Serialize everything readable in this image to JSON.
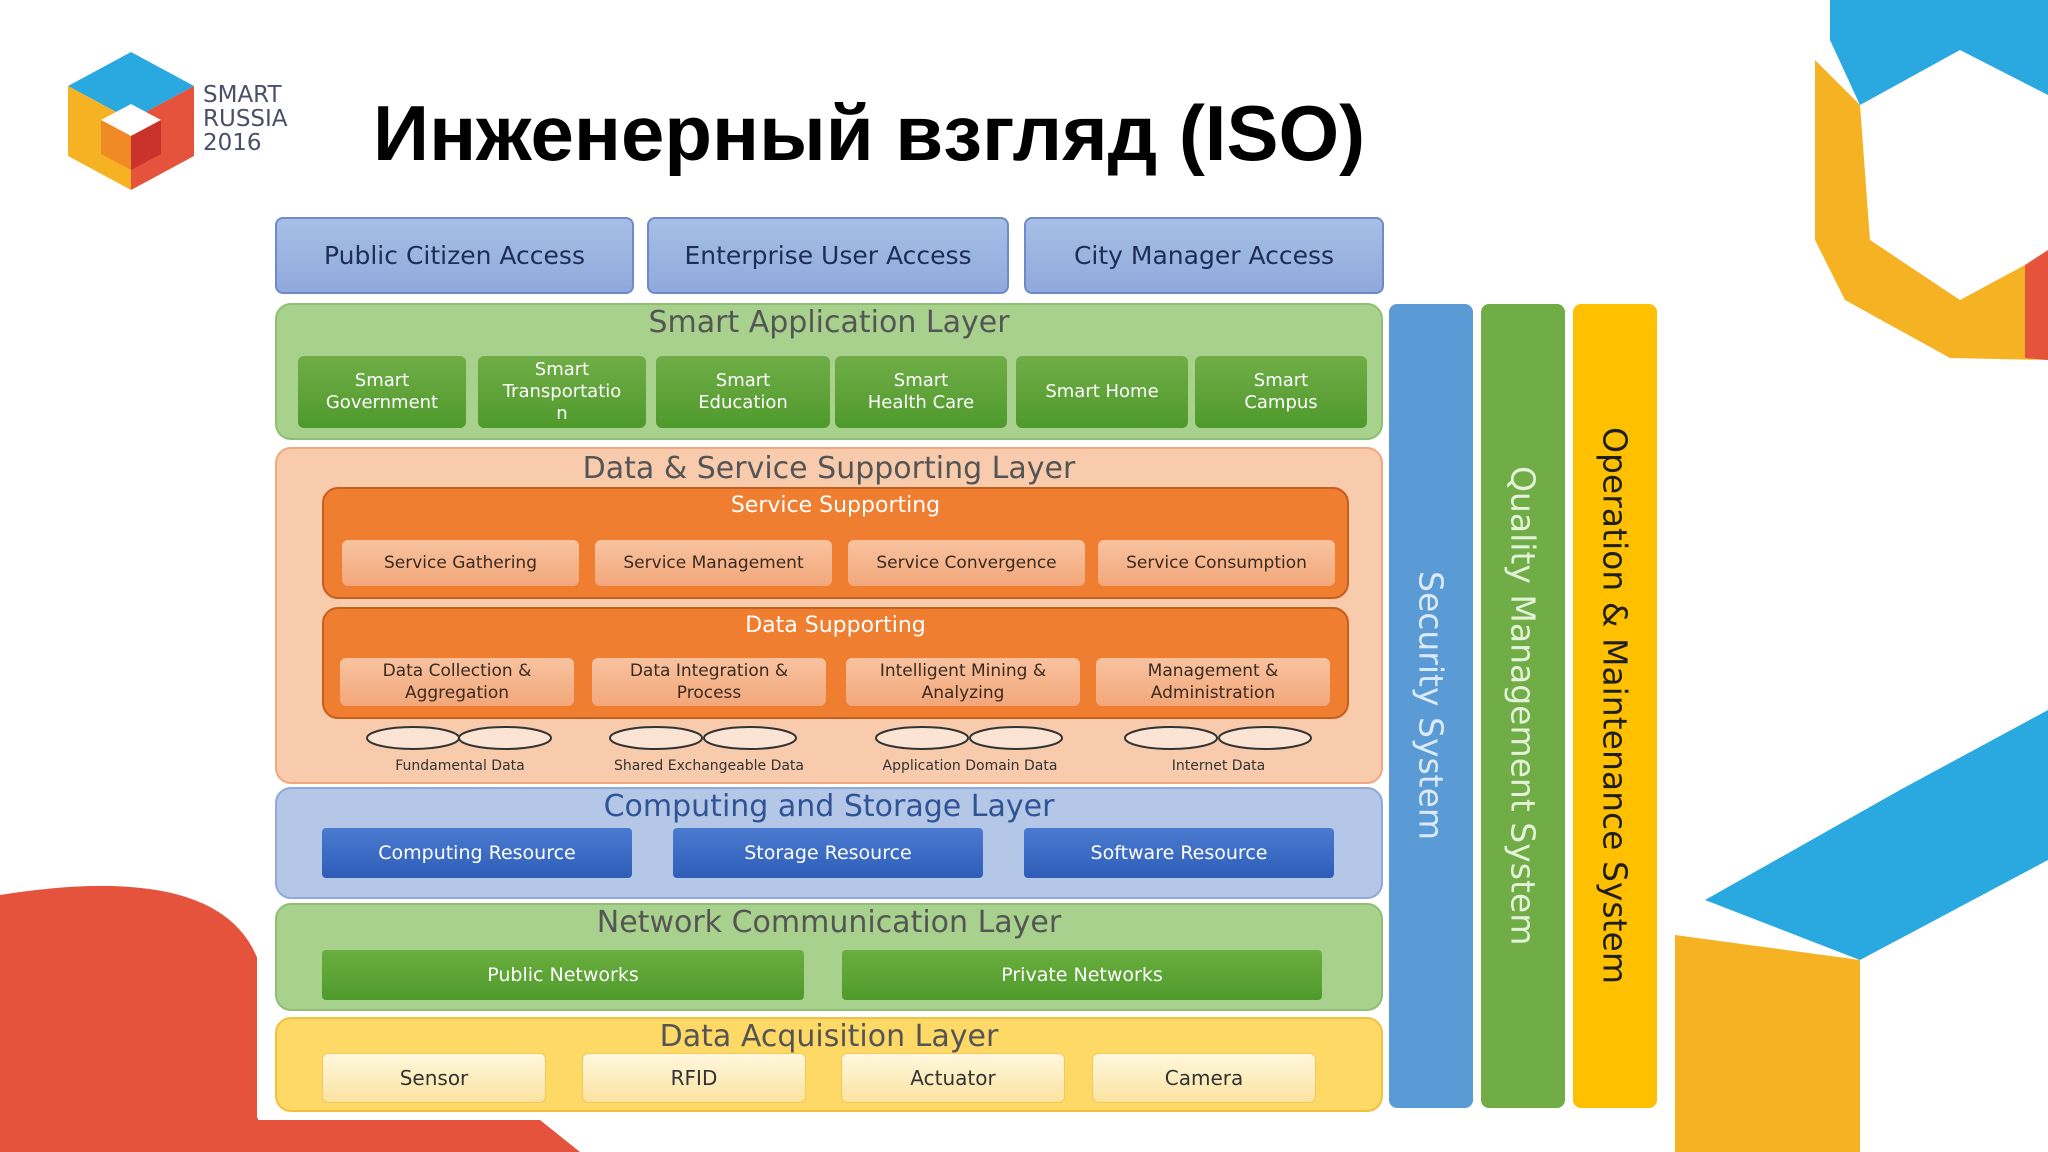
{
  "slide": {
    "title": "Инженерный взгляд (ISO)",
    "logo": {
      "line1": "SMART",
      "line2": "RUSSIA",
      "line3": "2016"
    },
    "colors": {
      "red": "#e5533c",
      "blue": "#2aa8e0",
      "yellow": "#f5b323",
      "orange": "#f08a26"
    }
  },
  "diagram": {
    "access": [
      "Public Citizen Access",
      "Enterprise User Access",
      "City Manager Access"
    ],
    "application_layer": {
      "title": "Smart Application Layer",
      "items": [
        "Smart\nGovernment",
        "Smart\nTransportatio\nn",
        "Smart\nEducation",
        "Smart\nHealth Care",
        "Smart Home",
        "Smart\nCampus"
      ]
    },
    "data_service_layer": {
      "title": "Data & Service Supporting Layer",
      "service_supporting": {
        "title": "Service Supporting",
        "items": [
          "Service Gathering",
          "Service Management",
          "Service Convergence",
          "Service Consumption"
        ]
      },
      "data_supporting": {
        "title": "Data Supporting",
        "items": [
          "Data Collection &\nAggregation",
          "Data Integration &\nProcess",
          "Intelligent Mining &\nAnalyzing",
          "Management &\nAdministration"
        ]
      },
      "databases": [
        "Fundamental Data",
        "Shared Exchangeable Data",
        "Application Domain Data",
        "Internet Data"
      ]
    },
    "computing_layer": {
      "title": "Computing and Storage Layer",
      "items": [
        "Computing Resource",
        "Storage Resource",
        "Software Resource"
      ]
    },
    "network_layer": {
      "title": "Network Communication Layer",
      "items": [
        "Public Networks",
        "Private Networks"
      ]
    },
    "acquisition_layer": {
      "title": "Data Acquisition Layer",
      "items": [
        "Sensor",
        "RFID",
        "Actuator",
        "Camera"
      ]
    },
    "side_systems": [
      "Security System",
      "Quality Management System",
      "Operation & Maintenance System"
    ]
  }
}
